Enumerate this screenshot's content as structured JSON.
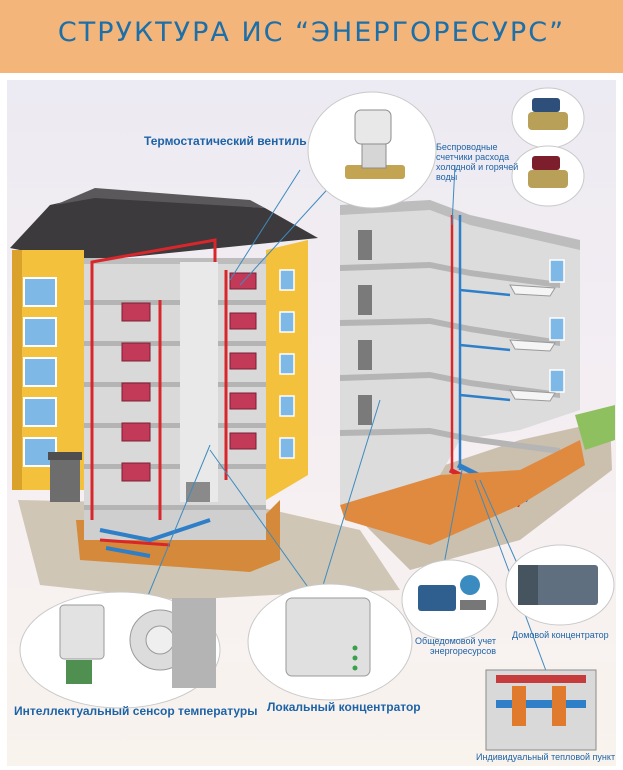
{
  "title": "СТРУКТУРА ИС “ЭНЕРГОРЕСУРС”",
  "labels": {
    "thermostatic_valve": "Термостатический вентиль",
    "wireless_meters": "Беспроводные счетчики расхода холодной и горячей воды",
    "temperature_sensor": "Интеллектуальный сенсор температуры",
    "local_concentrator": "Локальный концентратор",
    "building_metering": "Общедомовой учет энергоресурсов",
    "house_concentrator": "Домовой концентратор",
    "heat_point": "Индивидуальный тепловой пункт"
  },
  "colors": {
    "title": "#1c6fa8",
    "header_bg": "#f3b57a",
    "facade": "#f4c13c",
    "hot_pipe": "#d8262b",
    "cold_pipe": "#2f7fc8",
    "label": "#1d63a6"
  }
}
